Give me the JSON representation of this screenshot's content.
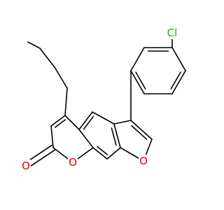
{
  "molecule": {
    "atoms": {
      "cl": {
        "symbol": "Cl",
        "color": "#22aa22"
      },
      "carbonyl_o": {
        "symbol": "O",
        "color": "#dd0000"
      },
      "ring_o": {
        "symbol": "O",
        "color": "#dd0000"
      },
      "furan_o": {
        "symbol": "O",
        "color": "#dd0000"
      }
    },
    "bond_color": "#000000"
  }
}
